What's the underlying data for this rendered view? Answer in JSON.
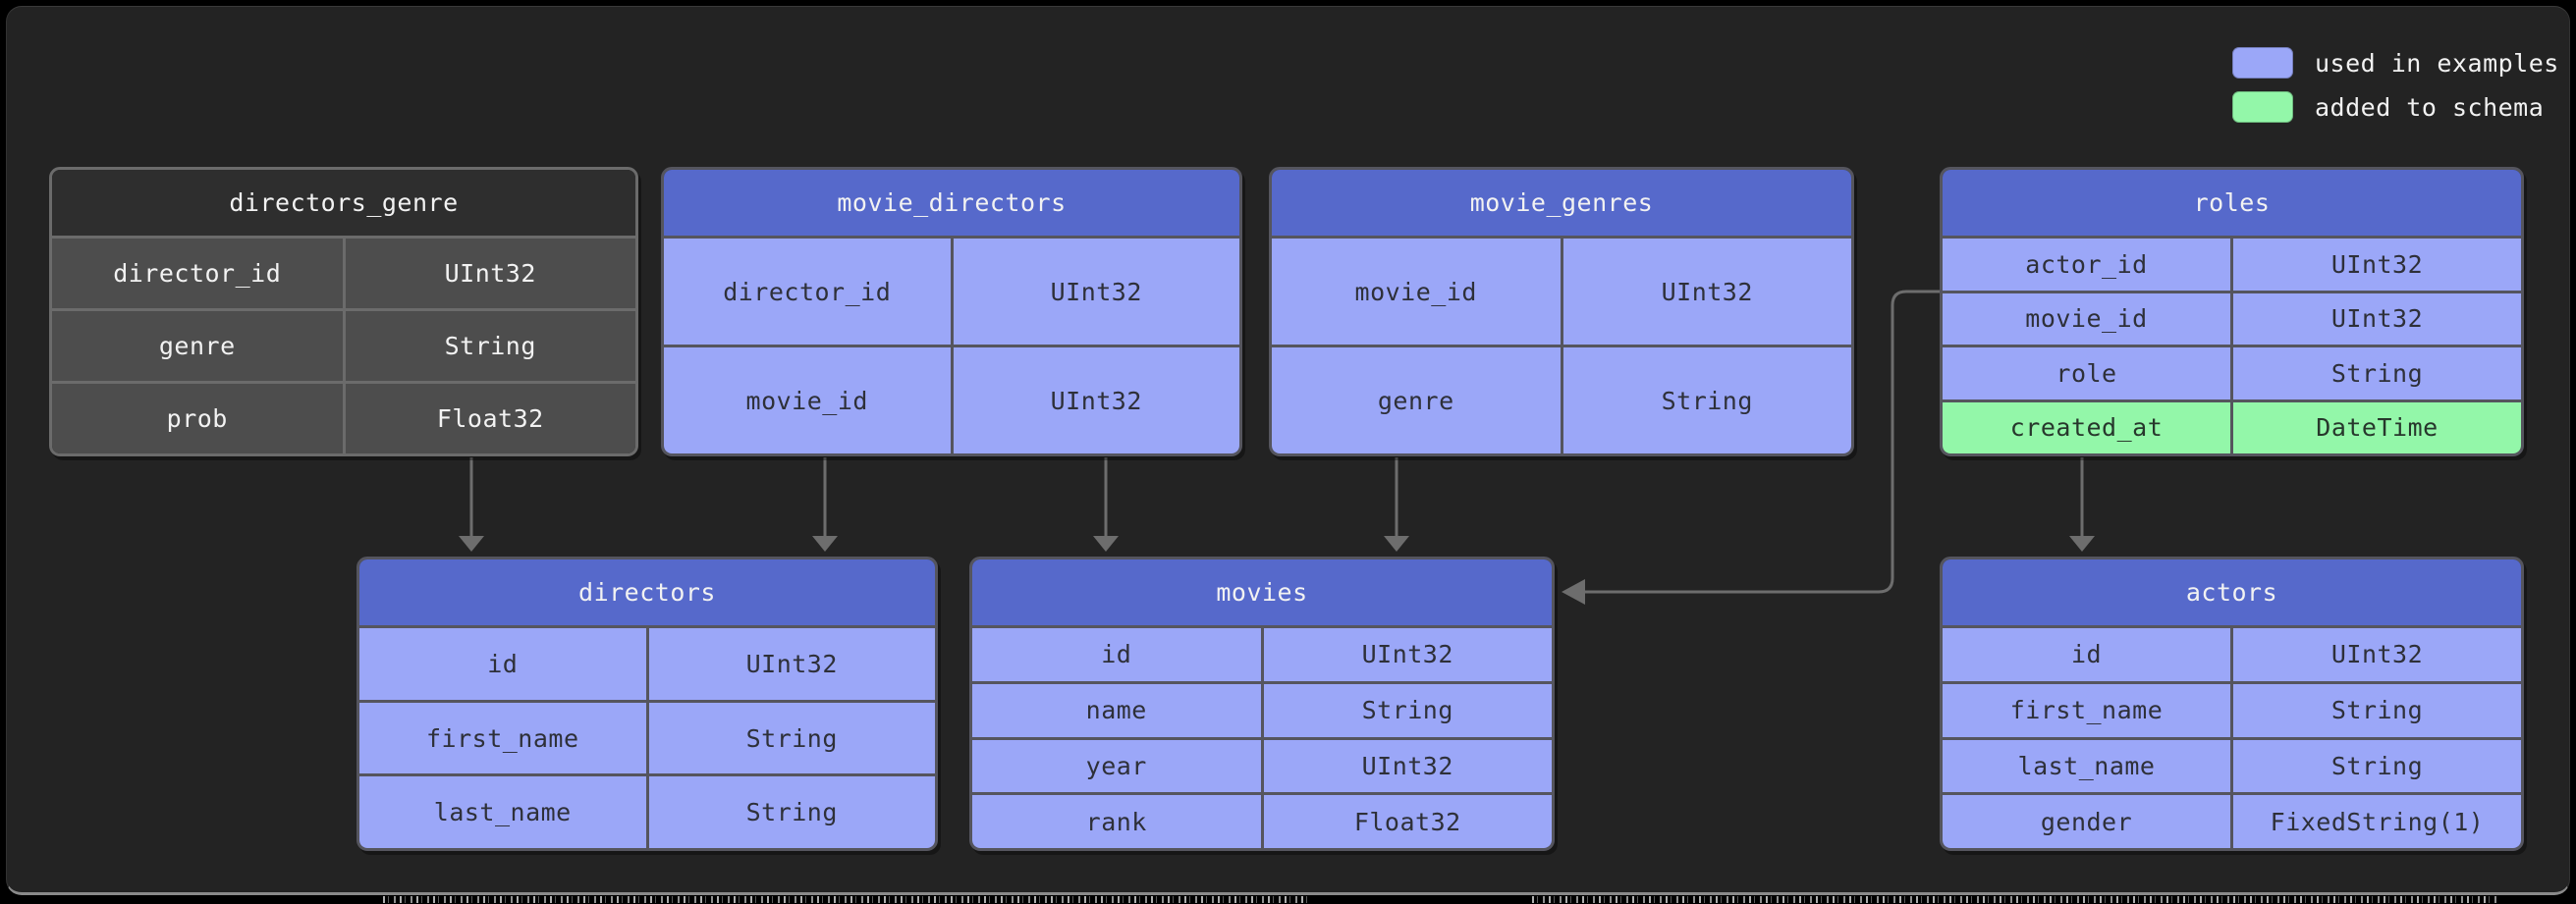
{
  "legend": {
    "items": [
      {
        "label": "used in examples",
        "color": "#9ba7f8"
      },
      {
        "label": "added to schema",
        "color": "#93f7a9"
      }
    ]
  },
  "colors": {
    "page_bg": "#000000",
    "panel_bg": "#232323",
    "header_blue": "#5669cb",
    "row_blue": "#9ba7f8",
    "row_green": "#93f7a9",
    "dark_header": "#2e2e2e",
    "dark_row": "#4d4d4d",
    "text_light": "#f2f2f2",
    "text_dark": "#2e3039",
    "arrow": "#6d6d6d"
  },
  "tables": [
    {
      "name": "directors_genre",
      "style": "dark",
      "columns": [
        {
          "field": "director_id",
          "type": "UInt32"
        },
        {
          "field": "genre",
          "type": "String"
        },
        {
          "field": "prob",
          "type": "Float32"
        }
      ]
    },
    {
      "name": "movie_directors",
      "style": "highlight",
      "columns": [
        {
          "field": "director_id",
          "type": "UInt32"
        },
        {
          "field": "movie_id",
          "type": "UInt32"
        }
      ]
    },
    {
      "name": "movie_genres",
      "style": "highlight",
      "columns": [
        {
          "field": "movie_id",
          "type": "UInt32"
        },
        {
          "field": "genre",
          "type": "String"
        }
      ]
    },
    {
      "name": "roles",
      "style": "highlight",
      "columns": [
        {
          "field": "actor_id",
          "type": "UInt32"
        },
        {
          "field": "movie_id",
          "type": "UInt32"
        },
        {
          "field": "role",
          "type": "String"
        },
        {
          "field": "created_at",
          "type": "DateTime",
          "added": true
        }
      ]
    },
    {
      "name": "directors",
      "style": "highlight",
      "columns": [
        {
          "field": "id",
          "type": "UInt32"
        },
        {
          "field": "first_name",
          "type": "String"
        },
        {
          "field": "last_name",
          "type": "String"
        }
      ]
    },
    {
      "name": "movies",
      "style": "highlight",
      "columns": [
        {
          "field": "id",
          "type": "UInt32"
        },
        {
          "field": "name",
          "type": "String"
        },
        {
          "field": "year",
          "type": "UInt32"
        },
        {
          "field": "rank",
          "type": "Float32"
        }
      ]
    },
    {
      "name": "actors",
      "style": "highlight",
      "columns": [
        {
          "field": "id",
          "type": "UInt32"
        },
        {
          "field": "first_name",
          "type": "String"
        },
        {
          "field": "last_name",
          "type": "String"
        },
        {
          "field": "gender",
          "type": "FixedString(1)"
        }
      ]
    }
  ],
  "relations": [
    {
      "from": "directors_genre.director_id",
      "to": "directors"
    },
    {
      "from": "movie_directors.director_id",
      "to": "directors"
    },
    {
      "from": "movie_directors.movie_id",
      "to": "movies"
    },
    {
      "from": "movie_genres.movie_id",
      "to": "movies"
    },
    {
      "from": "roles.movie_id",
      "to": "movies"
    },
    {
      "from": "roles.actor_id",
      "to": "actors"
    }
  ]
}
